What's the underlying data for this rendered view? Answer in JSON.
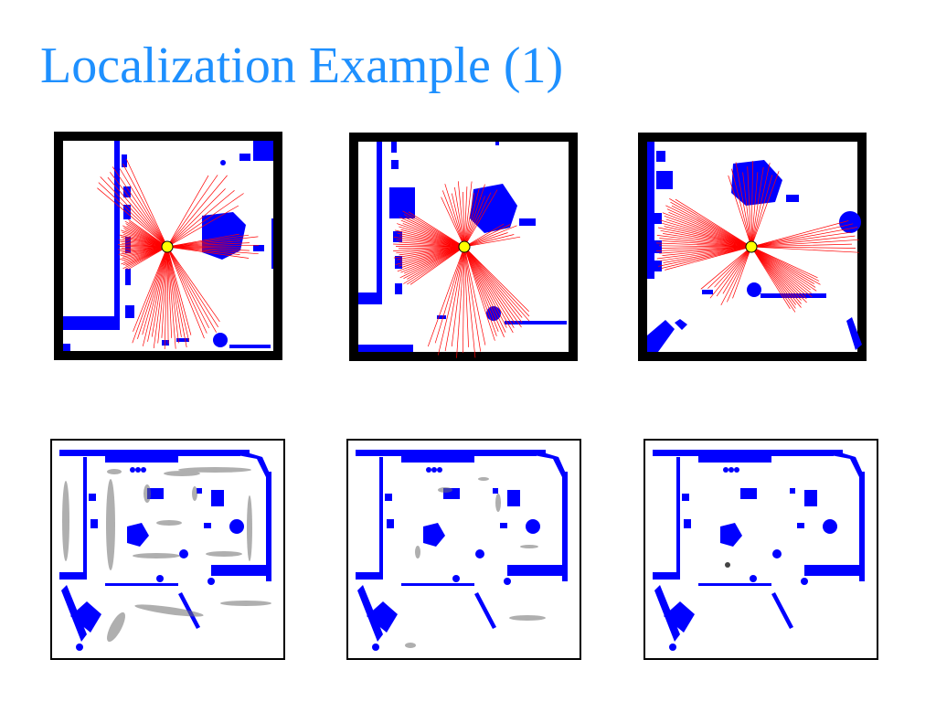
{
  "title": "Localization Example (1)",
  "colors": {
    "title": "#1e90ff",
    "obstacle": "#0000ff",
    "laser_beam": "#ff0000",
    "robot": "#ffff00",
    "frame": "#000000",
    "belief": "#7a7a7a"
  },
  "panels": {
    "scans": [
      "laser-scan",
      "laser-scan",
      "laser-scan"
    ],
    "beliefs": [
      "particle-belief",
      "particle-belief",
      "particle-belief"
    ]
  }
}
